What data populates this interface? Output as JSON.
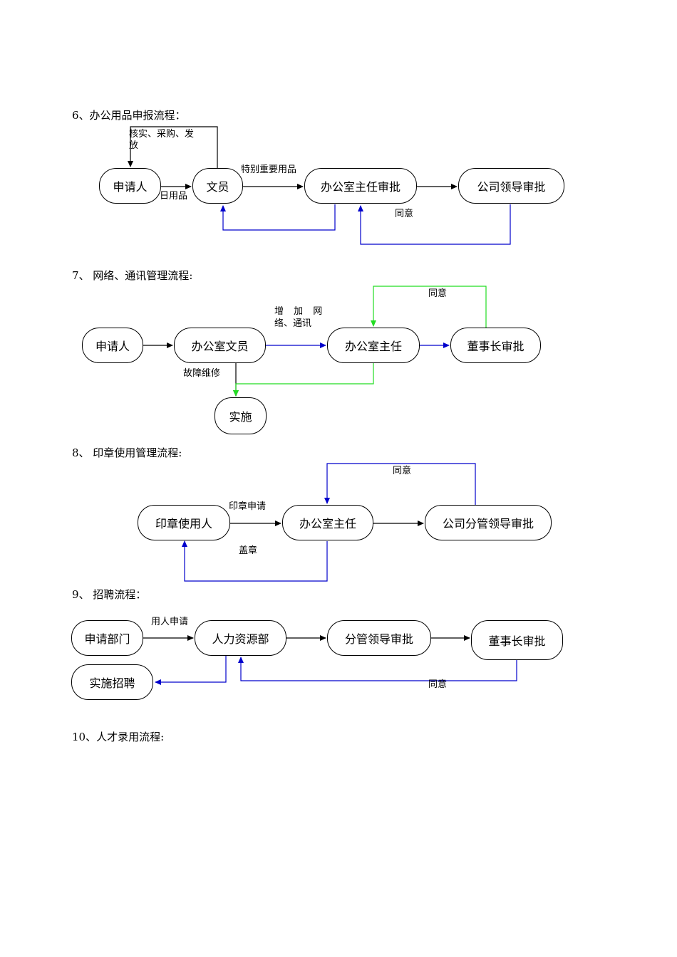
{
  "sections": {
    "s6": {
      "heading": "6、办公用品申报流程：",
      "nodes": {
        "applicant": "申请人",
        "clerk": "文员",
        "office_director": "办公室主任审批",
        "company_leader": "公司领导审批"
      },
      "labels": {
        "verify_1": "核实、采购、发",
        "verify_2": "放",
        "daily": "日用品",
        "special": "特别重要用品",
        "agree": "同意"
      }
    },
    "s7": {
      "heading": "7、 网络、通讯管理流程:",
      "nodes": {
        "applicant": "申请人",
        "office_clerk": "办公室文员",
        "office_director": "办公室主任",
        "chairman": "董事长审批",
        "implement": "实施"
      },
      "labels": {
        "agree": "同意",
        "add_1": "增 加 网",
        "add_2": "络、通讯",
        "repair": "故障维修"
      }
    },
    "s8": {
      "heading": "8、 印章使用管理流程:",
      "nodes": {
        "seal_user": "印章使用人",
        "office_director": "办公室主任",
        "company_leader": "公司分管领导审批"
      },
      "labels": {
        "agree": "同意",
        "seal_apply": "印章申请",
        "stamp": "盖章"
      }
    },
    "s9": {
      "heading": "9、 招聘流程：",
      "nodes": {
        "dept": "申请部门",
        "hr": "人力资源部",
        "leader": "分管领导审批",
        "chairman": "董事长审批",
        "implement": "实施招聘"
      },
      "labels": {
        "hire_apply": "用人申请",
        "agree": "同意"
      }
    },
    "s10": {
      "heading": "10、人才录用流程:"
    }
  },
  "colors": {
    "black": "#000000",
    "blue": "#0000cc",
    "green": "#22dd22"
  }
}
